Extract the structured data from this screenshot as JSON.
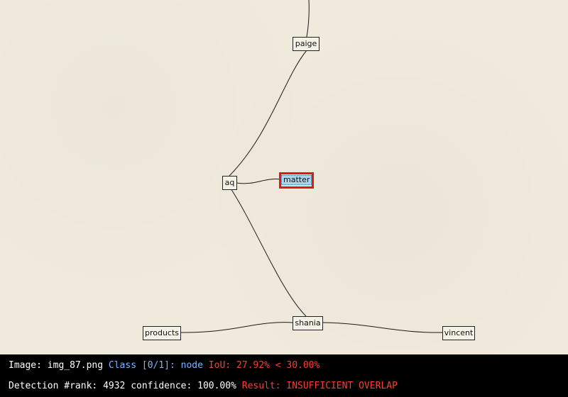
{
  "colors": {
    "canvas_bg": "#efeadc",
    "node_border": "#222222",
    "highlight_border": "#e01818",
    "highlight_fill": "#a8d6f0",
    "class_text": "#7fb2ff",
    "fail_text": "#ff3b30",
    "status_bg": "#000000"
  },
  "nodes": [
    {
      "id": "paige",
      "label": "paige"
    },
    {
      "id": "aq",
      "label": "aq"
    },
    {
      "id": "matter",
      "label": "matter",
      "highlighted": true
    },
    {
      "id": "shania",
      "label": "shania"
    },
    {
      "id": "products",
      "label": "products"
    },
    {
      "id": "vincent",
      "label": "vincent"
    }
  ],
  "edges": [
    {
      "from": "top-offscreen",
      "to": "paige"
    },
    {
      "from": "paige",
      "to": "aq"
    },
    {
      "from": "aq",
      "to": "matter"
    },
    {
      "from": "aq",
      "to": "shania"
    },
    {
      "from": "products",
      "to": "shania"
    },
    {
      "from": "shania",
      "to": "vincent"
    }
  ],
  "status": {
    "image_label": "Image:",
    "image_name": "img_87.png",
    "class_text": "Class [0/1]:",
    "class_name": "node",
    "iou_text": "IoU: 27.92% < 30.00%",
    "detection_label": "Detection #rank:",
    "rank": "4932",
    "confidence_label": "confidence:",
    "confidence": "100.00%",
    "result_text": "Result: INSUFFICIENT OVERLAP"
  }
}
